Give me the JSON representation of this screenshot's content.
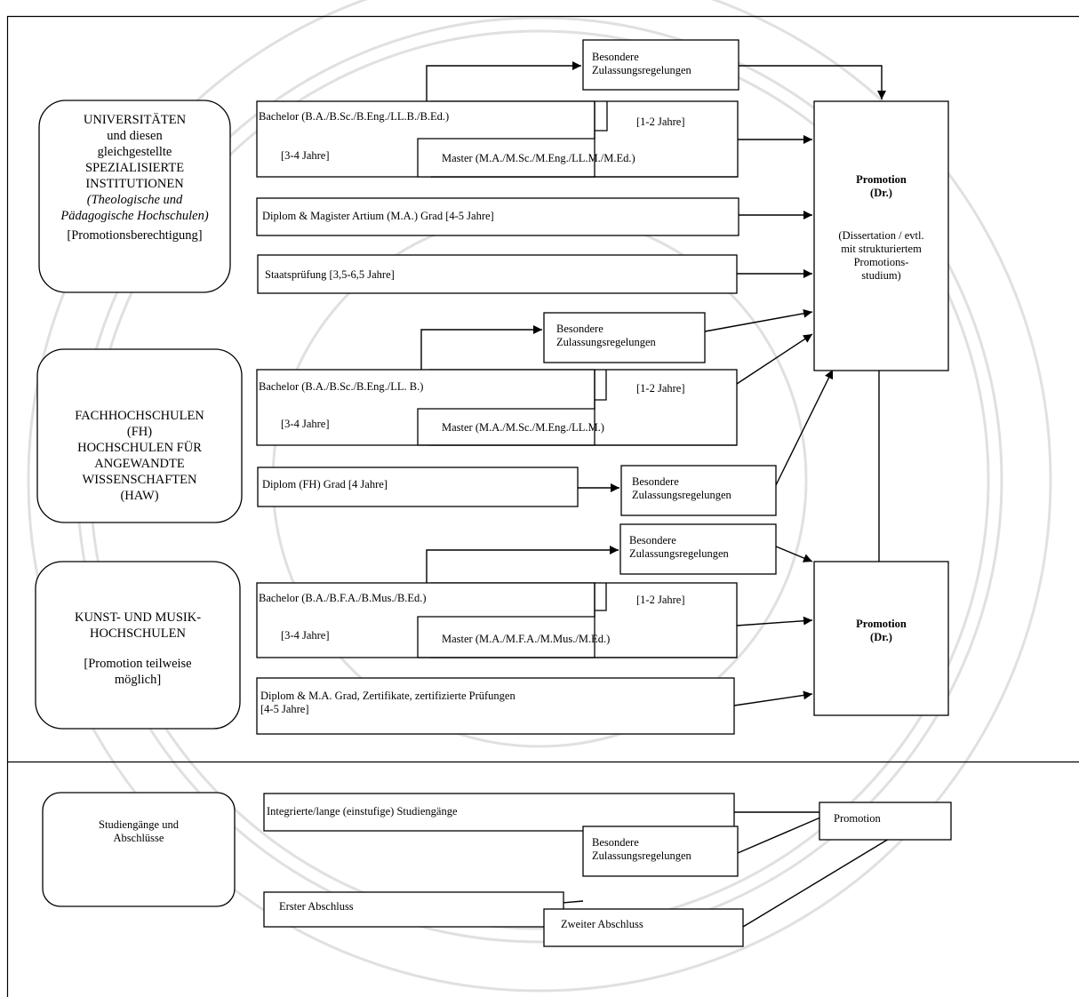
{
  "universities": {
    "l1": "UNIVERSITÄTEN",
    "l2": "und diesen",
    "l3": "gleichgestellte",
    "l4": "SPEZIALISIERTE",
    "l5": "INSTITUTIONEN",
    "l6": "(Theologische und",
    "l7": "Pädagogische Hochschulen)",
    "l8": "[Promotionsberechtigung]"
  },
  "fh": {
    "l1": "FACHHOCHSCHULEN",
    "l2": "(FH)",
    "l3": "HOCHSCHULEN FÜR",
    "l4": "ANGEWANDTE",
    "l5": "WISSENSCHAFTEN",
    "l6": "(HAW)"
  },
  "kunst": {
    "l1": "KUNST- UND MUSIK-",
    "l2": "HOCHSCHULEN",
    "l3": "[Promotion teilweise",
    "l4": "möglich]"
  },
  "legend": {
    "l1": "Studiengänge und",
    "l2": "Abschlüsse"
  },
  "admission": {
    "l1": "Besondere",
    "l2": "Zulassungsregelungen"
  },
  "uni_programs": {
    "bachelor": "Bachelor (B.A./B.Sc./B.Eng./LL.B./B.Ed.)",
    "bachelor_years": "[3-4 Jahre]",
    "master_years": "[1-2 Jahre]",
    "master": "Master (M.A./M.Sc./M.Eng./LL.M./M.Ed.)",
    "diplom": "Diplom & Magister Artium (M.A.) Grad [4-5 Jahre]",
    "staats": "Staatsprüfung [3,5-6,5 Jahre]"
  },
  "fh_programs": {
    "bachelor": "Bachelor (B.A./B.Sc./B.Eng./LL. B.)",
    "bachelor_years": "[3-4 Jahre]",
    "master_years": "[1-2 Jahre]",
    "master": "Master (M.A./M.Sc./M.Eng./LL.M.)",
    "diplom": "Diplom (FH) Grad [4 Jahre]"
  },
  "kunst_programs": {
    "bachelor": "Bachelor (B.A./B.F.A./B.Mus./B.Ed.)",
    "bachelor_years": "[3-4 Jahre]",
    "master_years": "[1-2 Jahre]",
    "master": "Master (M.A./M.F.A./M.Mus./M.Ed.)",
    "diplom_l1": "Diplom & M.A. Grad, Zertifikate, zertifizierte Prüfungen",
    "diplom_l2": "[4-5 Jahre]"
  },
  "promotion_main": {
    "title": "Promotion",
    "abbr": "(Dr.)",
    "d1": "(Dissertation / evtl.",
    "d2": "mit strukturiertem",
    "d3": "Promotions-",
    "d4": "studium)"
  },
  "promotion_second": {
    "title": "Promotion",
    "abbr": "(Dr.)"
  },
  "legend_programs": {
    "integrated": "Integrierte/lange (einstufige) Studiengänge",
    "promotion": "Promotion",
    "first": "Erster Abschluss",
    "second": "Zweiter Abschluss"
  }
}
